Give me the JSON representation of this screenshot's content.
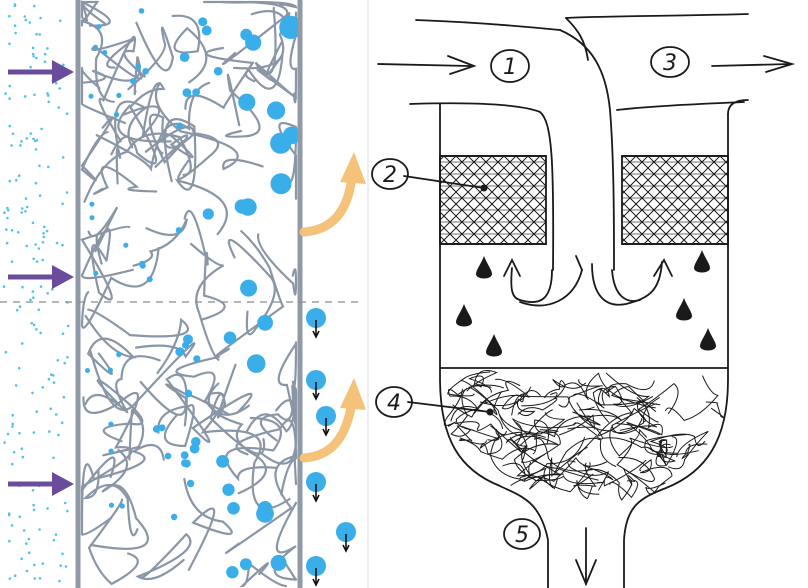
{
  "left_panel": {
    "fiber_color": "#8a96a6",
    "wall_color": "#8f99a8",
    "droplet_color": "#3aaee8",
    "fine_droplet_color": "#4cc3e8",
    "inflow_arrow_color": "#6a4c9c",
    "outflow_arrow_color": "#f5c27a",
    "inflow_arrow_count": 3,
    "outflow_arrow_count": 2,
    "divider_style": "dashed"
  },
  "right_panel": {
    "stroke_color": "#1a1a1a",
    "markers": [
      {
        "id": "1",
        "label": "1"
      },
      {
        "id": "2",
        "label": "2"
      },
      {
        "id": "3",
        "label": "3"
      },
      {
        "id": "4",
        "label": "4"
      },
      {
        "id": "5",
        "label": "5"
      }
    ]
  }
}
